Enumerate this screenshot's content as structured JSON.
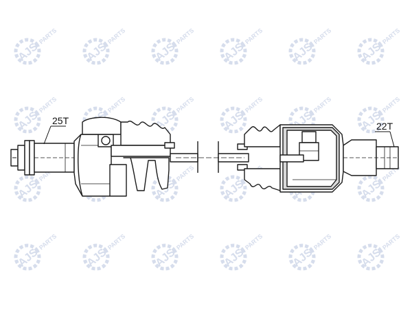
{
  "watermark": {
    "brand": "AJS",
    "suffix": "PARTS",
    "color": "#c9d2e6"
  },
  "labels": {
    "left_spline": "25T",
    "right_spline": "22T"
  },
  "colors": {
    "line": "#1a1a1a",
    "fill": "#ffffff",
    "shade": "#d9d9d9"
  }
}
